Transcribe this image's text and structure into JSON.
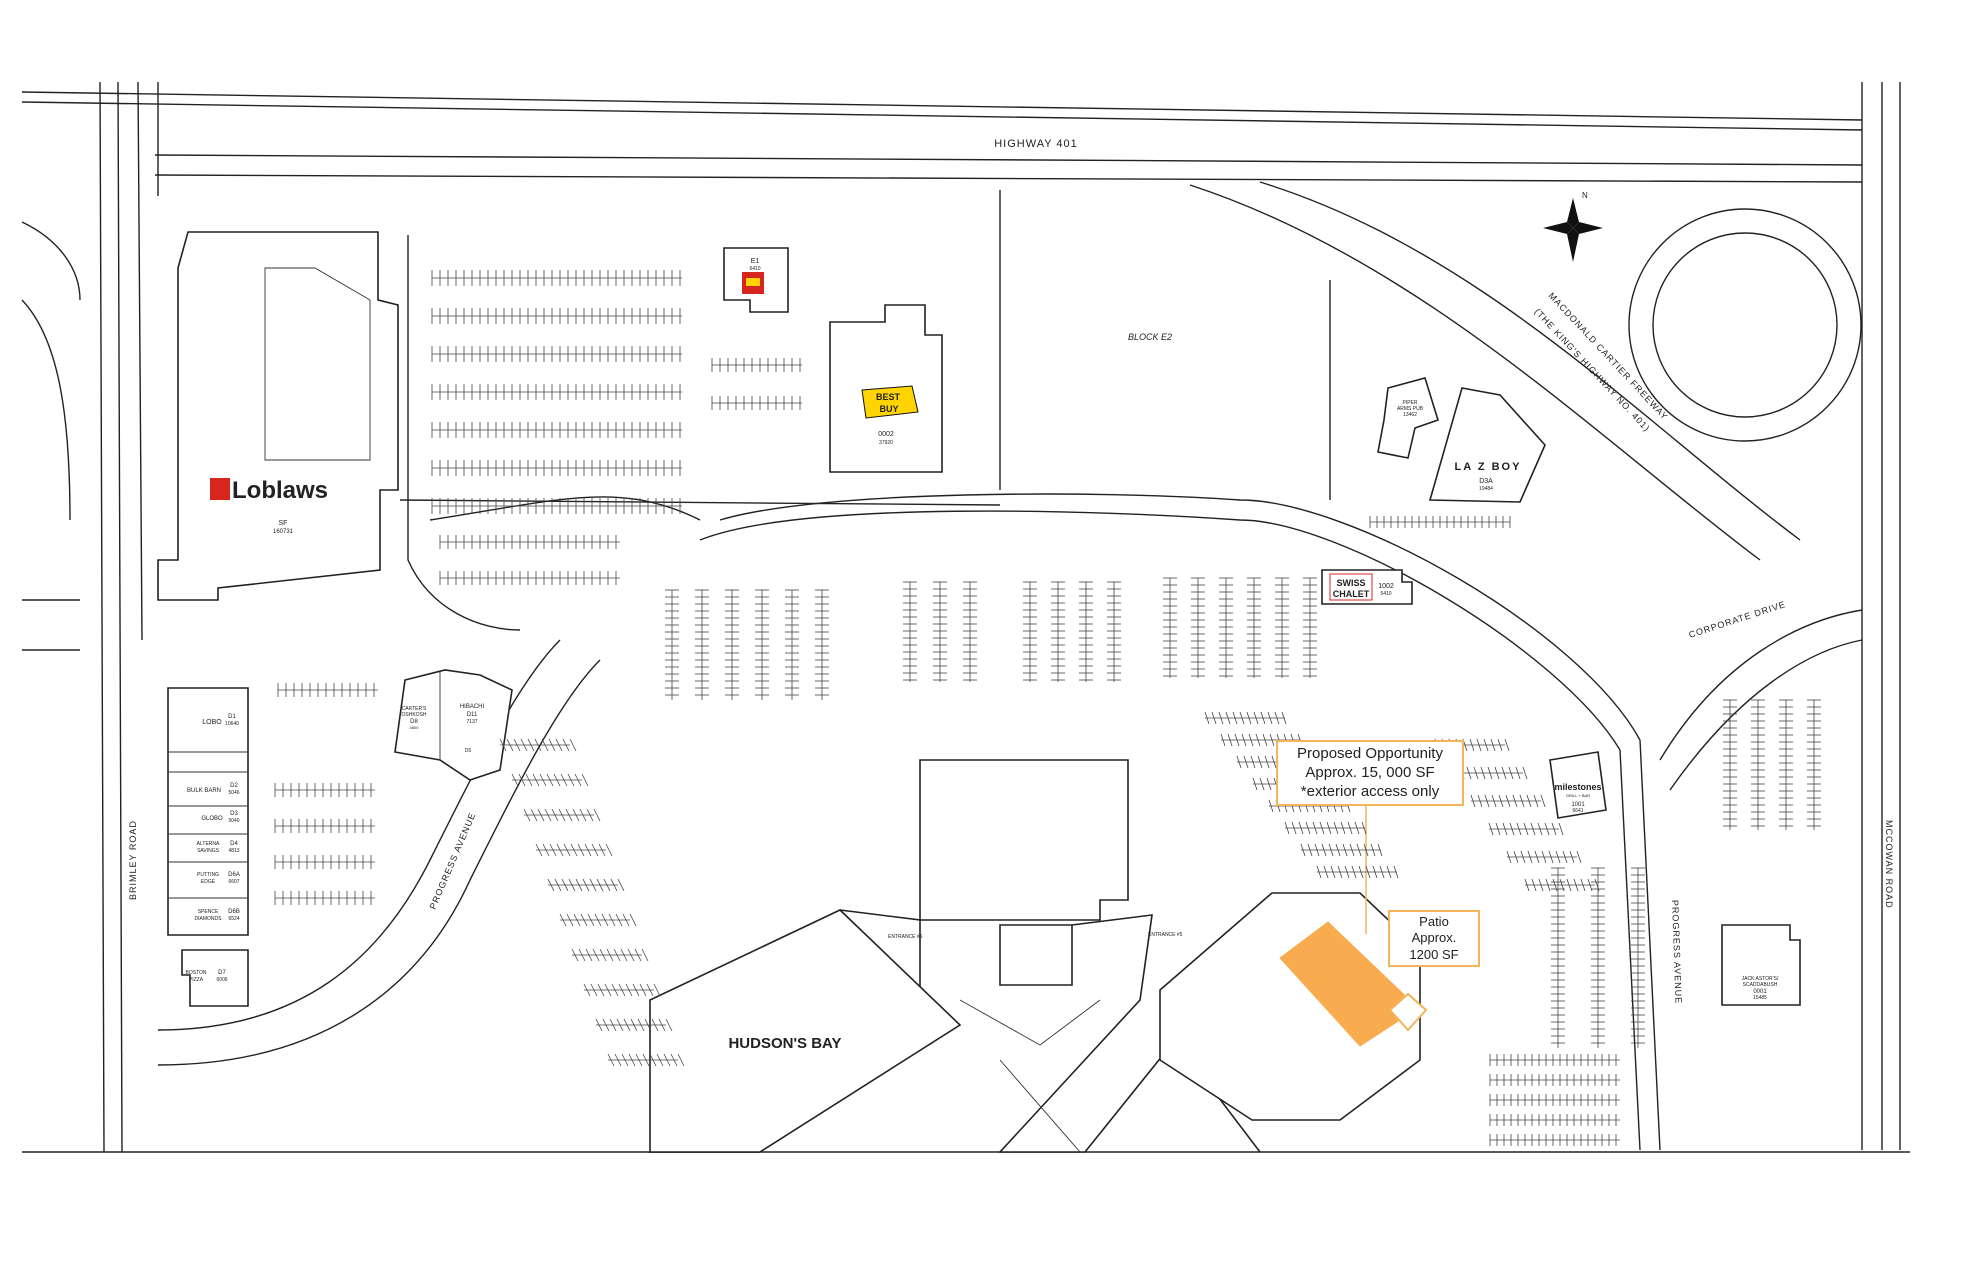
{
  "roads": {
    "highway": "HIGHWAY 401",
    "freeway_line1": "MACDONALD CARTIER FREEWAY",
    "freeway_line2": "(THE KING'S HIGHWAY NO. 401)",
    "brimley": "BRIMLEY ROAD",
    "progress_west": "PROGRESS AVENUE",
    "progress_east": "PROGRESS AVENUE",
    "corporate": "CORPORATE DRIVE",
    "mccowan": "MCCOWAN ROAD",
    "block": "BLOCK E2"
  },
  "compass": {
    "label": "N"
  },
  "tenants": {
    "loblaws": {
      "logo": "Loblaws",
      "unit": "SF",
      "area": "160731"
    },
    "cibc": {
      "unit": "E1",
      "area": "6410",
      "logo": "CIBC"
    },
    "bestbuy": {
      "logo_top": "BEST",
      "logo_bottom": "BUY",
      "unit": "0002",
      "area": "37920"
    },
    "piper": {
      "name_line1": "PIPER",
      "name_line2": "ARMS PUB",
      "area": "13462"
    },
    "lazboy": {
      "logo": "LA Z BOY",
      "unit": "D3A",
      "area": "19484"
    },
    "swiss": {
      "logo_line1": "SWISS",
      "logo_line2": "CHALET",
      "unit": "1002",
      "area": "5410"
    },
    "milestones": {
      "logo": "milestones",
      "sub": "GRILL + BAR",
      "unit": "1001",
      "area": "6641"
    },
    "jackastors": {
      "name_line1": "JACK ASTOR'S/",
      "name_line2": "SCADDABUSH",
      "unit": "0001",
      "area": "15485"
    },
    "hudsons": {
      "name": "HUDSON'S BAY"
    },
    "lobo": {
      "name": "LOBO",
      "unit": "D1",
      "area": "10640"
    },
    "bulkbarn": {
      "name": "BULK BARN",
      "unit": "D2",
      "area": "5046"
    },
    "globo": {
      "name": "GLOBO",
      "unit": "D3",
      "area": "5040"
    },
    "alterna": {
      "name_line1": "ALTERNA",
      "name_line2": "SAVINGS",
      "unit": "D4",
      "area": "4813"
    },
    "putting": {
      "name_line1": "PUTTING",
      "name_line2": "EDGE",
      "unit": "D6A",
      "area": "6607"
    },
    "spence": {
      "name_line1": "SPENCE",
      "name_line2": "DIAMONDS",
      "unit": "D6B",
      "area": "6524"
    },
    "boston": {
      "name_line1": "BOSTON",
      "name_line2": "PIZZA",
      "unit": "D7",
      "area": "6006"
    },
    "carters": {
      "name_line1": "CARTER'S",
      "name_line2": "OSHKOSH",
      "unit": "D8",
      "area": "4800"
    },
    "hibachi": {
      "name": "HIBACHI",
      "unit": "D11",
      "area": "7137"
    },
    "d5": {
      "unit": "D5"
    }
  },
  "callouts": {
    "proposed": {
      "line1": "Proposed Opportunity",
      "line2": "Approx. 15, 000 SF",
      "line3": "*exterior access only"
    },
    "patio": {
      "line1": "Patio",
      "line2": "Approx.",
      "line3": "1200 SF"
    }
  },
  "entrances": {
    "e1": "ENTRANCE #6",
    "e2": "ENTRANCE #5"
  },
  "colors": {
    "highlight": "#f9ab4f",
    "highlight_border": "#f3b45a",
    "line": "#222222",
    "loblaws_red": "#d7261e",
    "bestbuy_yellow": "#ffd400",
    "swiss_red": "#d7261e"
  }
}
